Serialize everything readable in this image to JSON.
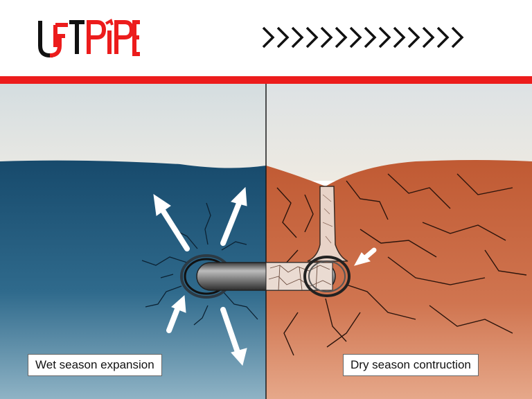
{
  "brand": {
    "logo_text": "UFTPIPE",
    "brand_red": "#ec1c1c",
    "brand_black": "#111111"
  },
  "header": {
    "chevron_count": 14,
    "chevron_icon": "double-chevron-right"
  },
  "panels": {
    "left": {
      "label": "Wet season expansion",
      "soil_color": "#1a4f72"
    },
    "right": {
      "label": "Dry season contruction",
      "soil_color": "#c9673f"
    }
  }
}
